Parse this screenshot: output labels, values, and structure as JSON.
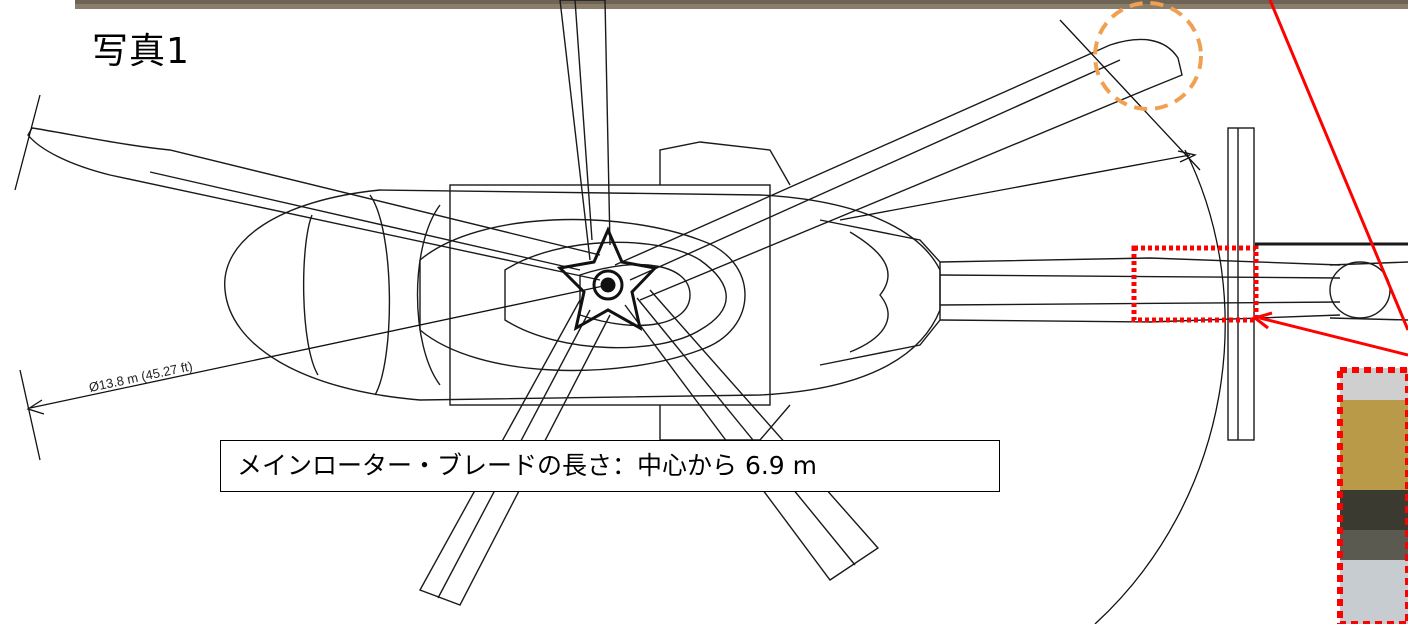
{
  "photo_label": "写真1",
  "diameter_label": "Ø13.8 m (45.27 ft)",
  "callout_text": "メインローター・ブレードの長さ：中心から 6.9 m",
  "colors": {
    "highlight_red": "#ff0000",
    "highlight_orange": "#f0a050",
    "line": "#1a1a1a"
  }
}
